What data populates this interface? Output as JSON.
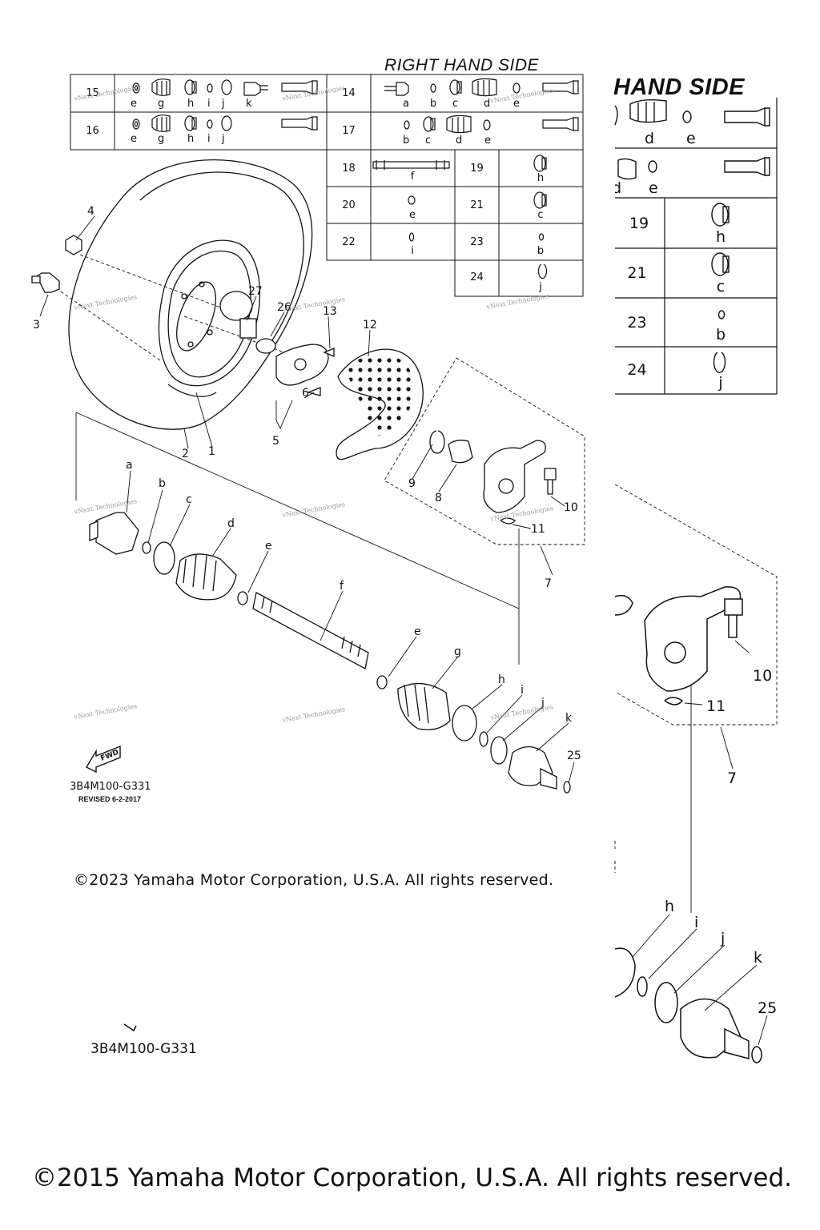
{
  "headers": {
    "right_hand_side": "RIGHT HAND SIDE",
    "right_hand_side_partial": "HAND SIDE"
  },
  "kit_table": {
    "rows": [
      {
        "no": "15",
        "letters": [
          "e",
          "g",
          "h",
          "i",
          "j",
          "k"
        ]
      },
      {
        "no": "16",
        "letters": [
          "e",
          "g",
          "h",
          "i",
          "j"
        ]
      }
    ],
    "rows_right": [
      {
        "no": "14",
        "letters": [
          "a",
          "b",
          "c",
          "d",
          "e"
        ]
      },
      {
        "no": "17",
        "letters": [
          "b",
          "c",
          "d",
          "e"
        ]
      }
    ],
    "small": [
      {
        "no": "18",
        "letter": "f"
      },
      {
        "no": "19",
        "letter": "h"
      },
      {
        "no": "20",
        "letter": "e"
      },
      {
        "no": "21",
        "letter": "c"
      },
      {
        "no": "22",
        "letter": "i"
      },
      {
        "no": "23",
        "letter": "b"
      },
      {
        "no": "24",
        "letter": "j"
      }
    ]
  },
  "zoom_table": {
    "row1_letters": [
      "d",
      "e"
    ],
    "row2_letters": [
      "d",
      "e"
    ],
    "rows": [
      {
        "no": "19",
        "letter": "h"
      },
      {
        "no": "21",
        "letter": "c"
      },
      {
        "no": "23",
        "letter": "b"
      },
      {
        "no": "24",
        "letter": "j"
      }
    ]
  },
  "callouts": {
    "c1": "1",
    "c2": "2",
    "c3": "3",
    "c4": "4",
    "c5": "5",
    "c6": "6",
    "c7": "7",
    "c8": "8",
    "c9": "9",
    "c10": "10",
    "c11": "11",
    "c12": "12",
    "c13": "13",
    "c25": "25",
    "c26": "26",
    "c27": "27",
    "la": "a",
    "lb": "b",
    "lc": "c",
    "ld": "d",
    "le1": "e",
    "lf": "f",
    "le2": "e",
    "lg": "g",
    "lh": "h",
    "li": "i",
    "lj": "j",
    "lk": "k"
  },
  "zoom_callouts": {
    "c10": "10",
    "c11": "11",
    "c7": "7",
    "lh": "h",
    "li": "i",
    "lj": "j",
    "lk": "k",
    "c25": "25"
  },
  "fwd_label": "FWD",
  "diagram_code": "3B4M100-G331",
  "revised": "REVISED 6-2-2017",
  "diagram_code_large": "3B4M100-G331",
  "copyright_2023": "©2023 Yamaha Motor Corporation, U.S.A. All rights reserved.",
  "copyright_2015": "©2015 Yamaha Motor Corporation, U.S.A. All rights reserved.",
  "watermark": "vNext Technologies"
}
